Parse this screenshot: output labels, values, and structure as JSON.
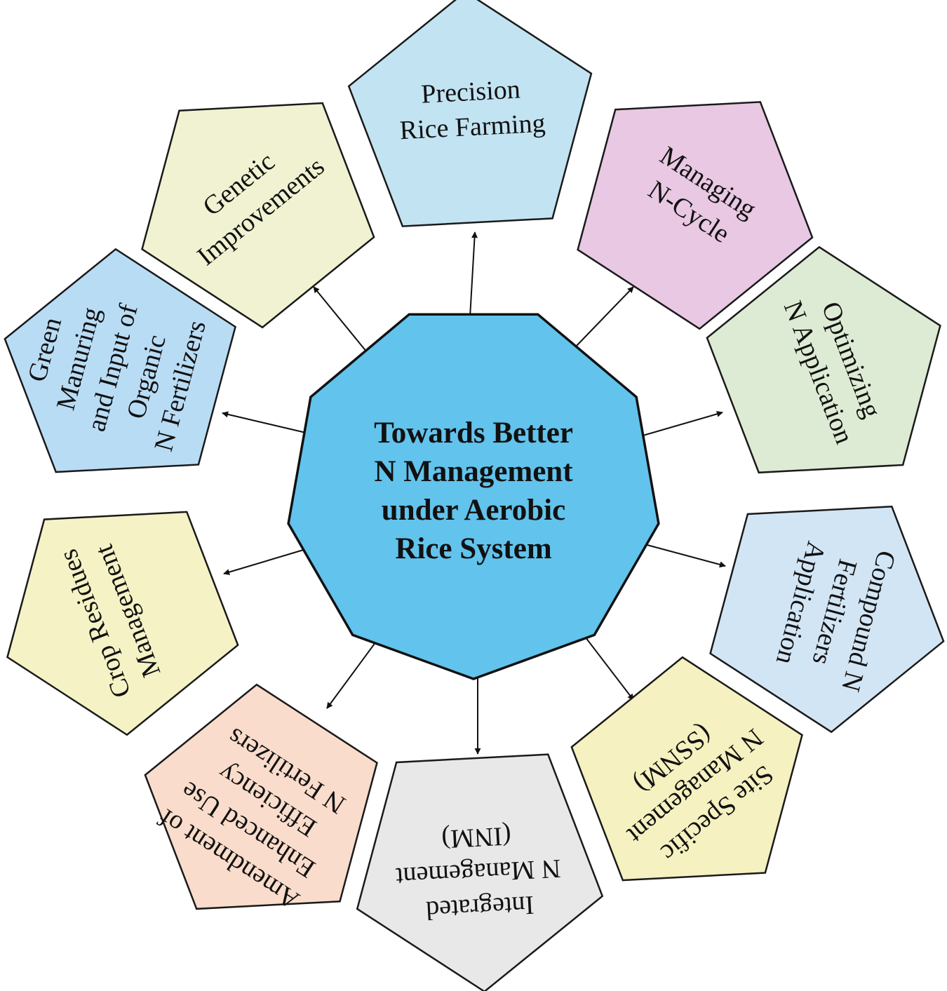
{
  "center": {
    "lines": [
      "Towards Better",
      "N Management",
      "under Aerobic",
      "Rice System"
    ],
    "fill": "#62c3ec"
  },
  "petals": [
    {
      "id": "precision-rice-farming",
      "lines": [
        "Precision",
        "Rice Farming"
      ],
      "fill": "#c2e3f2"
    },
    {
      "id": "managing-n-cycle",
      "lines": [
        "Managing",
        "N-Cycle"
      ],
      "fill": "#e8c8e2"
    },
    {
      "id": "optimizing-n-application",
      "lines": [
        "Optimizing",
        "N Application"
      ],
      "fill": "#deebd4"
    },
    {
      "id": "compound-n-fertilizers-application",
      "lines": [
        "Compound N",
        "Fertilizers",
        "Application"
      ],
      "fill": "#d2e5f5"
    },
    {
      "id": "site-specific-n-management",
      "lines": [
        "Site Specific",
        "N Management",
        "(SSNM)"
      ],
      "fill": "#f5f1c0"
    },
    {
      "id": "integrated-n-management",
      "lines": [
        "Integrated",
        "N Management",
        "(INM)"
      ],
      "fill": "#e8e8e8"
    },
    {
      "id": "amendment-enhanced-use-efficiency",
      "lines": [
        "Amendment of",
        "Enhanced Use",
        "Efficiency",
        "N Fertilizers"
      ],
      "fill": "#f9dccb"
    },
    {
      "id": "crop-residues-management",
      "lines": [
        "Crop Residues",
        "Management"
      ],
      "fill": "#f5f2c5"
    },
    {
      "id": "green-manuring-organic-n-fertilizers",
      "lines": [
        "Green",
        "Manuring",
        "and Input of",
        "Organic",
        "N Fertilizers"
      ],
      "fill": "#b9dcf5"
    },
    {
      "id": "genetic-improvements",
      "lines": [
        "Genetic",
        "Improvements"
      ],
      "fill": "#f0f2d1"
    }
  ]
}
